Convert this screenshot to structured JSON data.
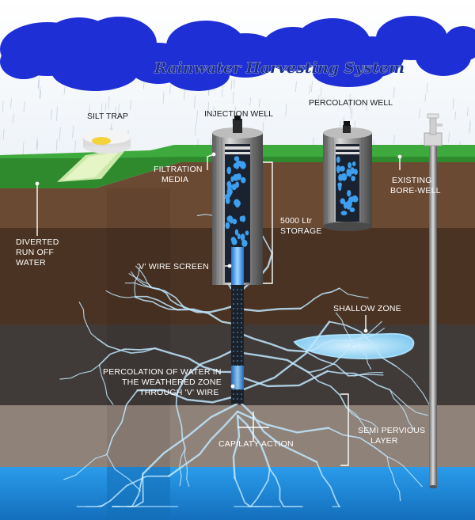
{
  "title": "Rainwater Harvesting System",
  "labels": {
    "silt_trap": "SILT TRAP",
    "injection_well": "INJECTION WELL",
    "percolation_well": "PERCOLATION WELL",
    "filtration_media_1": "FILTRATION",
    "filtration_media_2": "MEDIA",
    "existing_borewell_1": "EXISTING",
    "existing_borewell_2": "BORE-WELL",
    "storage_1": "5000 Ltr",
    "storage_2": "STORAGE",
    "diverted_1": "DIVERTED",
    "diverted_2": "RUN OFF",
    "diverted_3": "WATER",
    "v_wire_screen": "'V' WIRE SCREEN",
    "shallow_zone": "SHALLOW ZONE",
    "percolation_1": "PERCOLATION OF WATER IN",
    "percolation_2": "THE WEATHERED ZONE",
    "percolation_3": "THROUGH 'V' WIRE",
    "capillary_action": "CAPILATY ACTION",
    "semi_pervious_1": "SEMI PERVIOUS",
    "semi_pervious_2": "LAYER"
  },
  "colors": {
    "cloud": "#1f2fd6",
    "title": "#1a2f8a",
    "grass": "#3aa83a",
    "topsoil": "#6b4a33",
    "soil_mid": "#4b3323",
    "soil_dark": "#3f3a37",
    "weathered": "#8e8178",
    "groundwater": "#1a86d8",
    "water_crack": "#bfe8ff"
  }
}
